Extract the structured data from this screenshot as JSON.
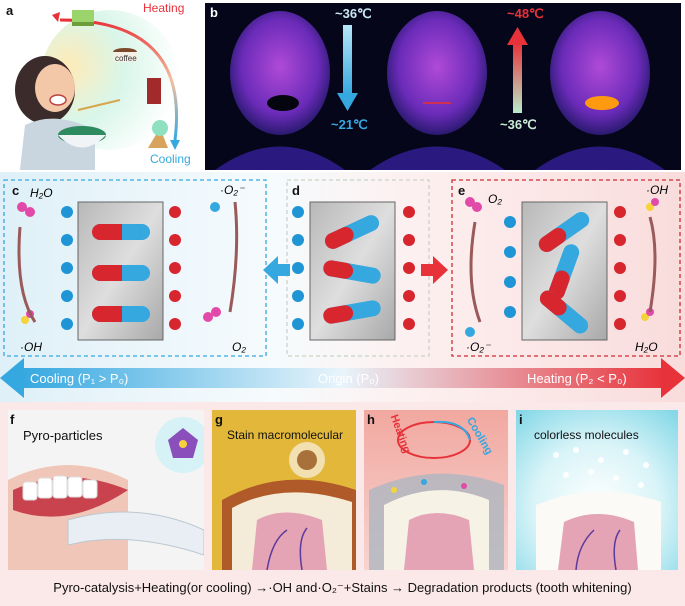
{
  "panels": {
    "a": {
      "label": "a",
      "heating": "Heating",
      "cooling": "Cooling",
      "coffee": "coffee"
    },
    "b": {
      "label": "b",
      "temp_down_top": "~36℃",
      "temp_down_bottom": "~21℃",
      "temp_up_top": "~48℃",
      "temp_up_bottom": "~36℃"
    },
    "c": {
      "label": "c",
      "h2o": "H₂O",
      "o2_rad": "·O₂⁻",
      "oh": "·OH",
      "o2": "O₂"
    },
    "d": {
      "label": "d"
    },
    "e": {
      "label": "e",
      "o2": "O₂",
      "oh": "·OH",
      "o2_rad": "·O₂⁻",
      "h2o": "H₂O"
    },
    "f": {
      "label": "f",
      "title": "Pyro-particles"
    },
    "g": {
      "label": "g",
      "title": "Stain macromolecular"
    },
    "h": {
      "label": "h",
      "heating": "Heating",
      "cooling": "Cooling"
    },
    "i": {
      "label": "i",
      "title": "colorless molecules"
    }
  },
  "axis": {
    "cooling": "Cooling (P₁ > P₀)",
    "origin": "Origin (P₀)",
    "heating": "Heating (P₂ < P₀)"
  },
  "caption": "Pyro-catalysis+Heating(or cooling) →·OH and·O₂⁻+Stains  → Degradation products (tooth whitening)",
  "colors": {
    "heat": "#e8323a",
    "cool": "#35a8e0",
    "positive": "#d8262e",
    "negative": "#1f95d6"
  }
}
